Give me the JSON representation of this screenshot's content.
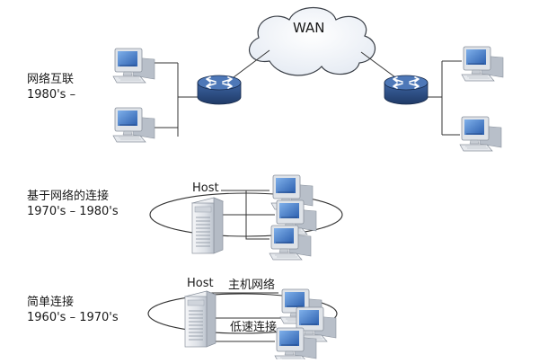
{
  "sections": {
    "internetworking": {
      "title": "网络互联",
      "period": "1980's –"
    },
    "host_based": {
      "title": "基于网络的连接",
      "period": "1970's – 1980's"
    },
    "simple": {
      "title": "简单连接",
      "period": "1960's – 1970's"
    }
  },
  "labels": {
    "wan": "WAN",
    "host": "Host",
    "mainframe_network": "主机网络",
    "low_speed_link": "低速连接"
  },
  "colors": {
    "monitor_frame": "#d9dee5",
    "screen": "#3f78c8",
    "router_body": "#2f4f86",
    "cloud_fill": "#f4f7fb",
    "line": "#333333"
  }
}
